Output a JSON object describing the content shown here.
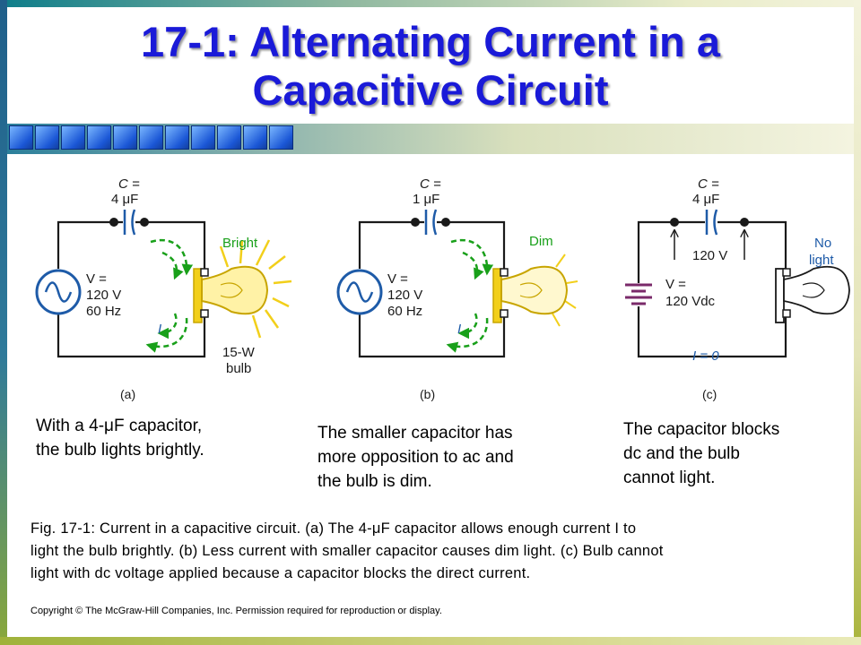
{
  "slide": {
    "title_line1": "17-1: Alternating Current in a",
    "title_line2": "Capacitive Circuit",
    "colors": {
      "title": "#1a1ad8",
      "wire": "#1a1a1a",
      "source": "#1e5ba8",
      "battery": "#7a2a6a",
      "arrow": "#19a01a",
      "bulb": "#f2cf1a",
      "current": "#1e5ba8"
    }
  },
  "figure": {
    "panel_a": {
      "cap_c": "C =",
      "cap_value": "4 μF",
      "src_v": "V =",
      "src_volts": "120 V",
      "src_freq": "60 Hz",
      "status": "Bright",
      "current_label": "I",
      "bulb_rating": "15-W",
      "bulb_word": "bulb",
      "panel_label": "(a)",
      "icons": [
        "ac-source-icon",
        "capacitor-icon",
        "light-bulb-icon"
      ]
    },
    "panel_b": {
      "cap_c": "C =",
      "cap_value": "1 μF",
      "src_v": "V =",
      "src_volts": "120 V",
      "src_freq": "60 Hz",
      "status": "Dim",
      "current_label": "I",
      "panel_label": "(b)"
    },
    "panel_c": {
      "cap_c": "C =",
      "cap_value": "4 μF",
      "cap_voltage": "120 V",
      "src_v": "V =",
      "src_volts": "120 Vdc",
      "status_line1": "No",
      "status_line2": "light",
      "current_zero": "I = 0",
      "panel_label": "(c)",
      "icons": [
        "battery-icon"
      ]
    }
  },
  "captions": {
    "a_line1": "With a 4-μF capacitor,",
    "a_line2": "the bulb lights brightly.",
    "b_line1": "The smaller capacitor has",
    "b_line2": "more opposition to ac and",
    "b_line3": "the bulb is dim.",
    "c_line1": "The capacitor blocks",
    "c_line2": "dc and the bulb",
    "c_line3": "cannot light."
  },
  "fig_caption": {
    "line1": "Fig. 17-1: Current in a capacitive circuit. (a) The 4-μF capacitor allows enough current I to",
    "line2": "light the bulb brightly. (b) Less current with smaller capacitor causes dim light. (c) Bulb cannot",
    "line3": "light with dc voltage applied because a capacitor blocks the direct current."
  },
  "copyright": "Copyright © The McGraw-Hill Companies, Inc. Permission required for reproduction or display."
}
